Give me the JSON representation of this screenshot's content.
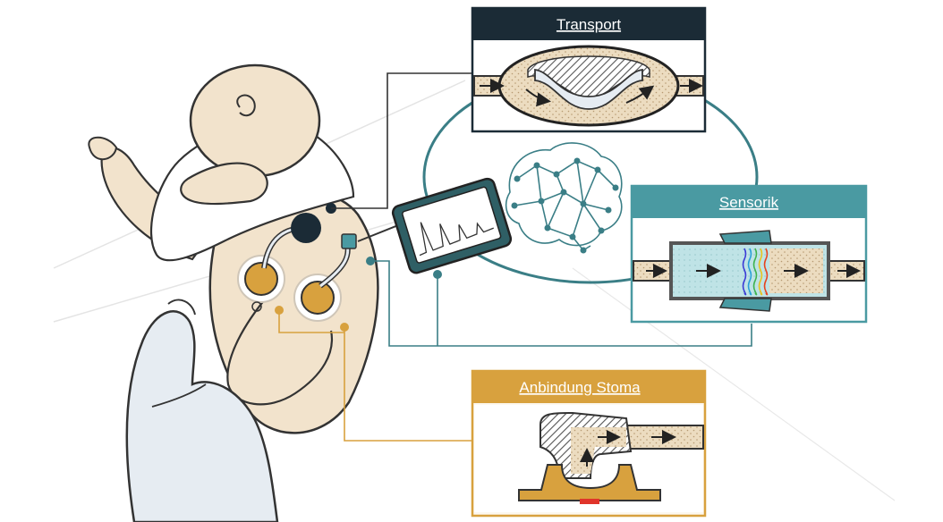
{
  "panels": {
    "transport": {
      "title": "Transport"
    },
    "sensorik": {
      "title": "Sensorik"
    },
    "stoma": {
      "title": "Anbindung Stoma"
    }
  },
  "colors": {
    "transport_header": "#1b2b36",
    "sensorik_header": "#4a9aa2",
    "stoma_header": "#d8a13e",
    "teal_line": "#3a7e86",
    "gold_line": "#d8a13e",
    "dark_line": "#333333",
    "skin": "#f2e3cc",
    "glove": "#e6ecf2",
    "fluid": "#ecdcc0",
    "device_body": "#2f5f65"
  },
  "icons": [
    "brain-network-icon",
    "monitor-device-icon",
    "arrow-icon"
  ]
}
